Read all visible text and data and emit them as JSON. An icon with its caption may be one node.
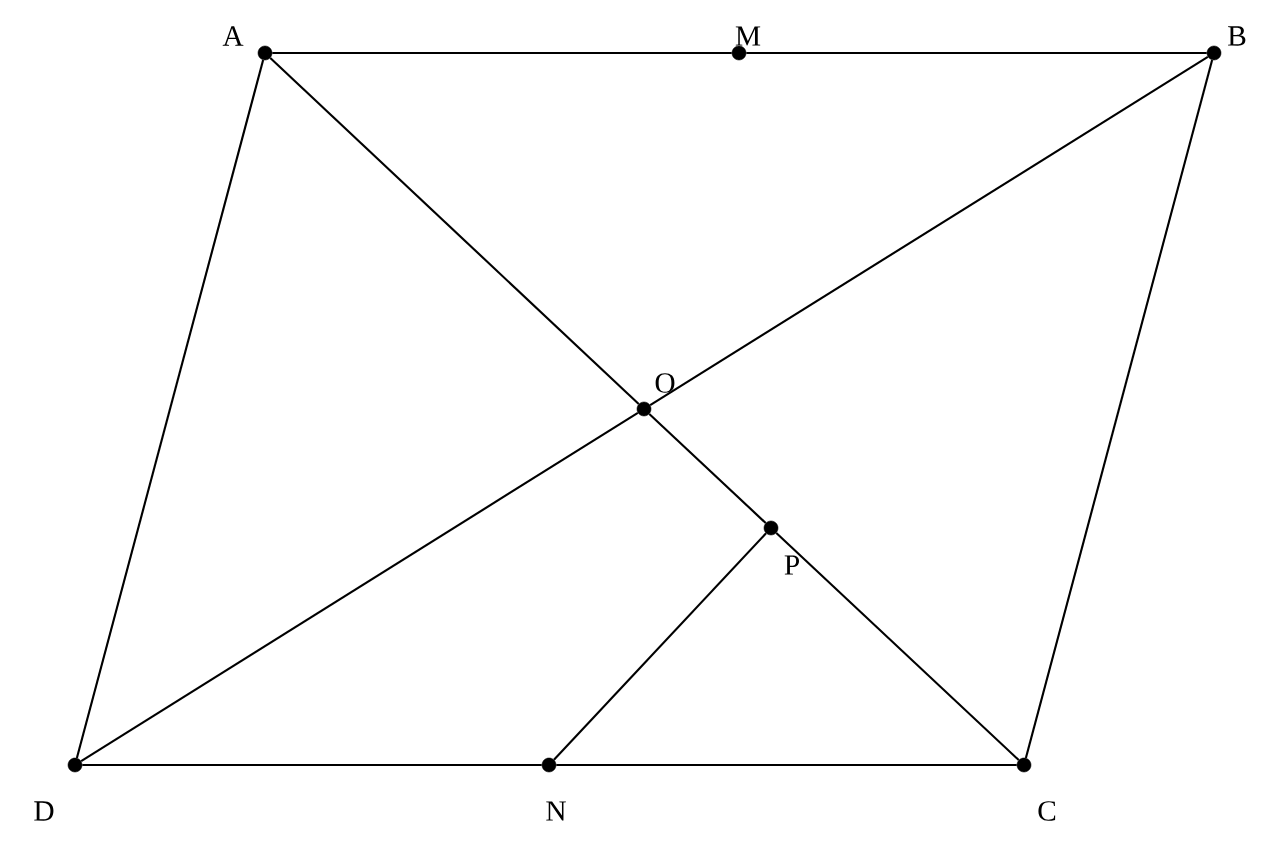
{
  "diagram": {
    "nodes": [
      {
        "text": [],
        "shape": "circle",
        "beside": [
          "A"
        ]
      },
      {
        "text": [],
        "shape": "circle",
        "beside": [
          "M"
        ]
      },
      {
        "text": [],
        "shape": "circle",
        "beside": [
          "B"
        ]
      },
      {
        "text": [],
        "shape": "circle",
        "beside": [
          "O"
        ]
      },
      {
        "text": [],
        "shape": "circle",
        "beside": [
          "P"
        ]
      },
      {
        "text": [],
        "shape": "circle",
        "beside": [
          "D"
        ]
      },
      {
        "text": [],
        "shape": "circle",
        "beside": [
          "N"
        ]
      },
      {
        "text": [],
        "shape": "circle",
        "beside": [
          "C"
        ]
      }
    ],
    "edges": [
      {
        "from": 0,
        "to": 1,
        "arrow": "none"
      },
      {
        "from": 1,
        "to": 2,
        "arrow": "none"
      },
      {
        "from": 0,
        "to": 5,
        "arrow": "none"
      },
      {
        "from": 2,
        "to": 7,
        "arrow": "none"
      },
      {
        "from": 5,
        "to": 6,
        "arrow": "none"
      },
      {
        "from": 6,
        "to": 7,
        "arrow": "none"
      },
      {
        "from": 0,
        "to": 3,
        "arrow": "none"
      },
      {
        "from": 3,
        "to": 4,
        "arrow": "none"
      },
      {
        "from": 4,
        "to": 7,
        "arrow": "none"
      },
      {
        "from": 2,
        "to": 3,
        "arrow": "none"
      },
      {
        "from": 3,
        "to": 5,
        "arrow": "none"
      },
      {
        "from": 6,
        "to": 4,
        "arrow": "none"
      }
    ]
  }
}
